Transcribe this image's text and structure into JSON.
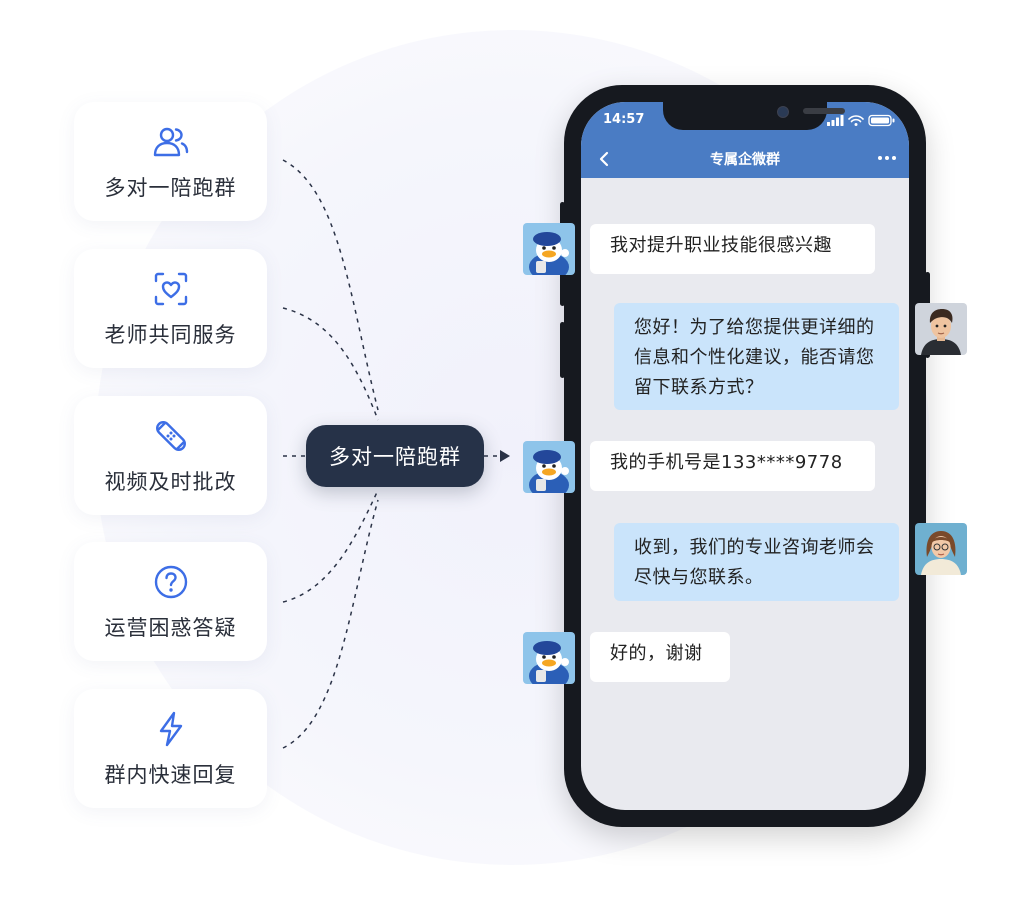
{
  "features": [
    {
      "label": "多对一陪跑群",
      "icon": "users-icon"
    },
    {
      "label": "老师共同服务",
      "icon": "face-heart-icon"
    },
    {
      "label": "视频及时批改",
      "icon": "bandage-icon"
    },
    {
      "label": "运营困惑答疑",
      "icon": "question-icon"
    },
    {
      "label": "群内快速回复",
      "icon": "lightning-icon"
    }
  ],
  "center_label": "多对一陪跑群",
  "phone": {
    "time": "14:57",
    "title": "专属企微群"
  },
  "messages": [
    {
      "side": "left",
      "text": "我对提升职业技能很感兴趣",
      "avatar": "duck-avatar"
    },
    {
      "side": "right",
      "text": "您好！为了给您提供更详细的信息和个性化建议，能否请您留下联系方式？",
      "avatar": "male-teacher-avatar"
    },
    {
      "side": "left",
      "text": "我的手机号是133****9778",
      "avatar": "duck-avatar"
    },
    {
      "side": "right",
      "text": "收到，我们的专业咨询老师会尽快与您联系。",
      "avatar": "female-teacher-avatar"
    },
    {
      "side": "left",
      "text": "好的，谢谢",
      "avatar": "duck-avatar"
    }
  ],
  "colors": {
    "accent": "#3d6ee6",
    "header": "#4a7cc4",
    "pill": "#263248",
    "bubble_right": "#cae4fb"
  }
}
